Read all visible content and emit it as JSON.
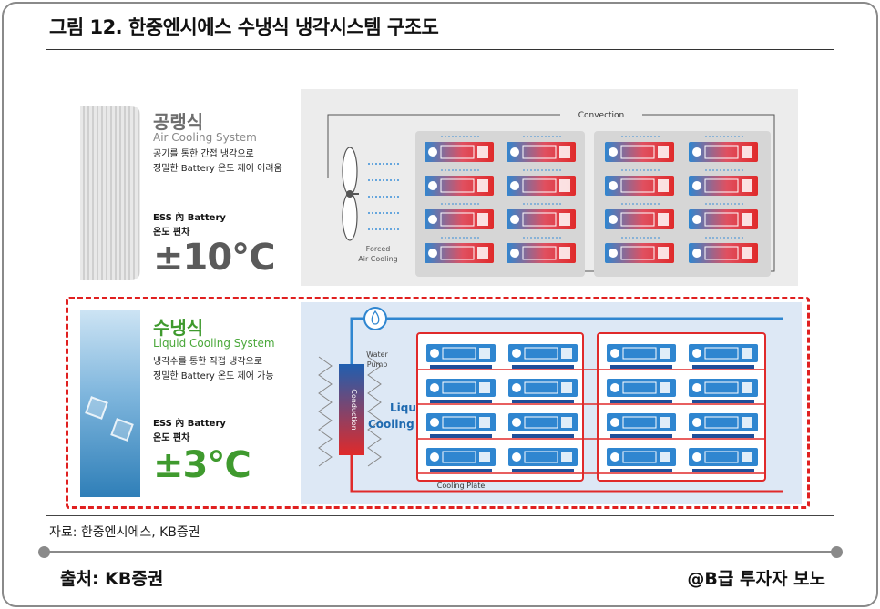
{
  "figure": {
    "title": "그림 12. 한중엔시에스 수냉식 냉각시스템 구조도",
    "source": "자료: 한중엔시에스, KB증권"
  },
  "air": {
    "title": "공랭식",
    "subtitle": "Air Cooling System",
    "desc_line1": "공기를 통한 간접 냉각으로",
    "desc_line2": "정밀한 Battery 온도 제어 어려움",
    "label_line1": "ESS 內 Battery",
    "label_line2": "온도 편차",
    "temp": "±10℃",
    "fan_label_line1": "Forced",
    "fan_label_line2": "Air Cooling",
    "convection_label": "Convection",
    "title_color": "#6e6e6e",
    "temp_color": "#5a5a5a"
  },
  "liquid": {
    "title": "수냉식",
    "subtitle": "Liquid Cooling System",
    "desc_line1": "냉각수를 통한 직접 냉각으로",
    "desc_line2": "정밀한 Battery 온도 제어 가능",
    "label_line1": "ESS 內 Battery",
    "label_line2": "온도 편차",
    "temp": "±3℃",
    "pump_label_line1": "Water",
    "pump_label_line2": "Pump",
    "conduction_label": "Conduction",
    "center_label_line1": "Liquid",
    "center_label_line2": "Cooling",
    "plate_label": "Cooling Plate",
    "title_color": "#3f9a2e",
    "accent_color": "#1f6ab0"
  },
  "footer": {
    "left": "출처: KB증권",
    "right": "@B급 투자자 보노"
  }
}
